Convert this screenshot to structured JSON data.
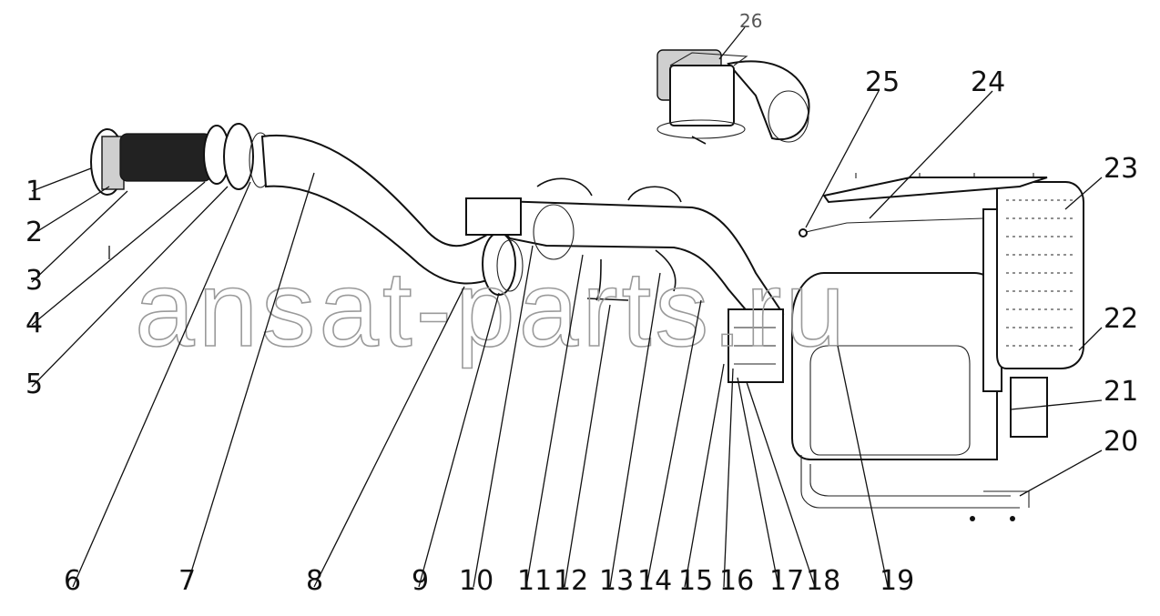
{
  "diagram": {
    "watermark": "ansat-parts.ru",
    "callouts": [
      {
        "id": "c1",
        "text": "1"
      },
      {
        "id": "c2",
        "text": "2"
      },
      {
        "id": "c3",
        "text": "3"
      },
      {
        "id": "c4",
        "text": "4"
      },
      {
        "id": "c5",
        "text": "5"
      },
      {
        "id": "c6",
        "text": "6"
      },
      {
        "id": "c7",
        "text": "7"
      },
      {
        "id": "c8",
        "text": "8"
      },
      {
        "id": "c9",
        "text": "9"
      },
      {
        "id": "c10",
        "text": "10"
      },
      {
        "id": "c11",
        "text": "11"
      },
      {
        "id": "c12",
        "text": "12"
      },
      {
        "id": "c13",
        "text": "13"
      },
      {
        "id": "c14",
        "text": "14"
      },
      {
        "id": "c15",
        "text": "15"
      },
      {
        "id": "c16",
        "text": "16"
      },
      {
        "id": "c17",
        "text": "17"
      },
      {
        "id": "c18",
        "text": "18"
      },
      {
        "id": "c19",
        "text": "19"
      },
      {
        "id": "c20",
        "text": "20"
      },
      {
        "id": "c21",
        "text": "21"
      },
      {
        "id": "c22",
        "text": "22"
      },
      {
        "id": "c23",
        "text": "23"
      },
      {
        "id": "c24",
        "text": "24"
      },
      {
        "id": "c25",
        "text": "25"
      },
      {
        "id": "c26",
        "text": "26"
      }
    ]
  }
}
